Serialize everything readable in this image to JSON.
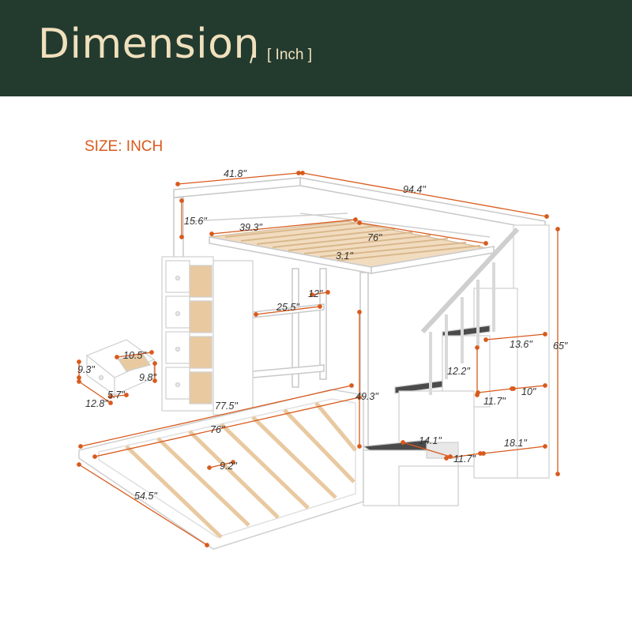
{
  "header": {
    "title": "Dimension",
    "slash": "/",
    "unit": "[ Inch ]"
  },
  "size_label": "SIZE: INCH",
  "dimensions": {
    "overall_width": "41.8\"",
    "overall_length": "94.4\"",
    "overall_height": "65\"",
    "guardrail_height": "15.6\"",
    "mattress_width": "39.3\"",
    "mattress_length": "76\"",
    "slat_gap": "3.1\"",
    "desk_width": "25.5\"",
    "desk_depth": "12\"",
    "clearance_height": "49.3\"",
    "drawer_width": "9.3\"",
    "drawer_depth": "10.5\"",
    "drawer_length": "12.8\"",
    "drawer_height": "5.7\"",
    "drawer_inner": "9.8\"",
    "trundle_length": "77.5\"",
    "trundle_inner_length": "76\"",
    "trundle_width": "54.5\"",
    "trundle_slat_gap": "9.2\"",
    "step_width": "13.6\"",
    "step_rise": "12.2\"",
    "step_depth_upper": "11.7\"",
    "step_depth_upper_right": "10\"",
    "step_depth_mid": "14.1\"",
    "step_depth_lower": "11.7\"",
    "step_depth_lower_right": "18.1\""
  },
  "colors": {
    "banner_bg": "#233b2e",
    "banner_text": "#f0e0bd",
    "accent": "#d85a1d",
    "frame": "#ffffff",
    "wood": "#e9c9a0",
    "step_dark": "#4b4b4b"
  }
}
